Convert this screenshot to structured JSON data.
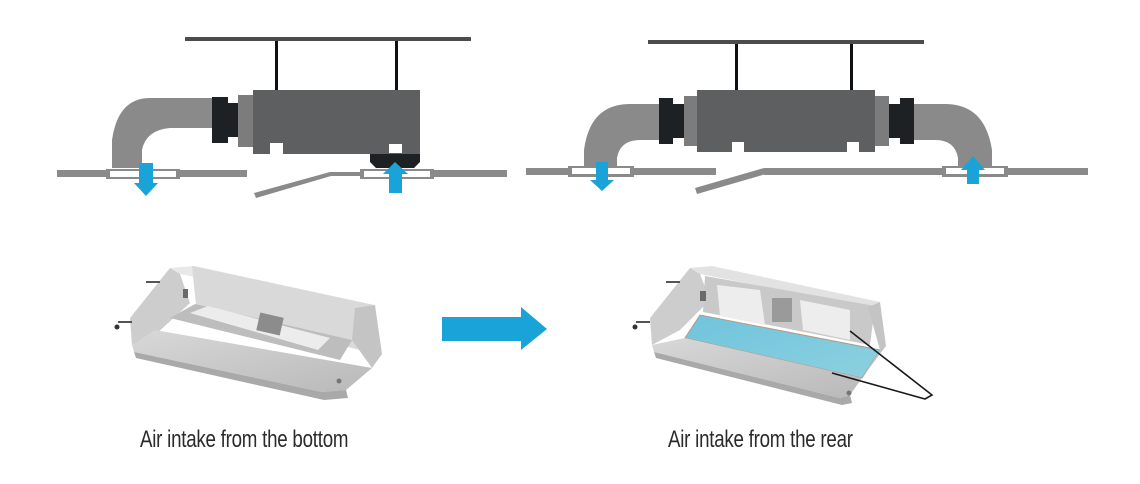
{
  "diagram": {
    "title": "Air intake conversion: bottom to rear",
    "colors": {
      "accent_blue": "#1aa3d9",
      "filter_blue": "#7dc9dc",
      "duct_gray": "#8a8a8a",
      "unit_dark_gray": "#5e5f61",
      "unit_mid_gray": "#7c7c7c",
      "flange_black": "#1e2124",
      "rod_black": "#111111",
      "ceiling_line": "#4a4c4e",
      "caption_text": "#2b2b2b"
    },
    "panels": [
      {
        "id": "bottom-intake",
        "schematic": {
          "supply_direction": "down",
          "return_direction": "up",
          "return_location": "bottom of unit"
        },
        "caption": "Air intake from the bottom"
      },
      {
        "id": "rear-intake",
        "schematic": {
          "supply_direction": "down",
          "return_direction": "up",
          "return_location": "rear duct"
        },
        "caption": "Air intake from the rear"
      }
    ],
    "transition_arrow": "right-arrow"
  }
}
